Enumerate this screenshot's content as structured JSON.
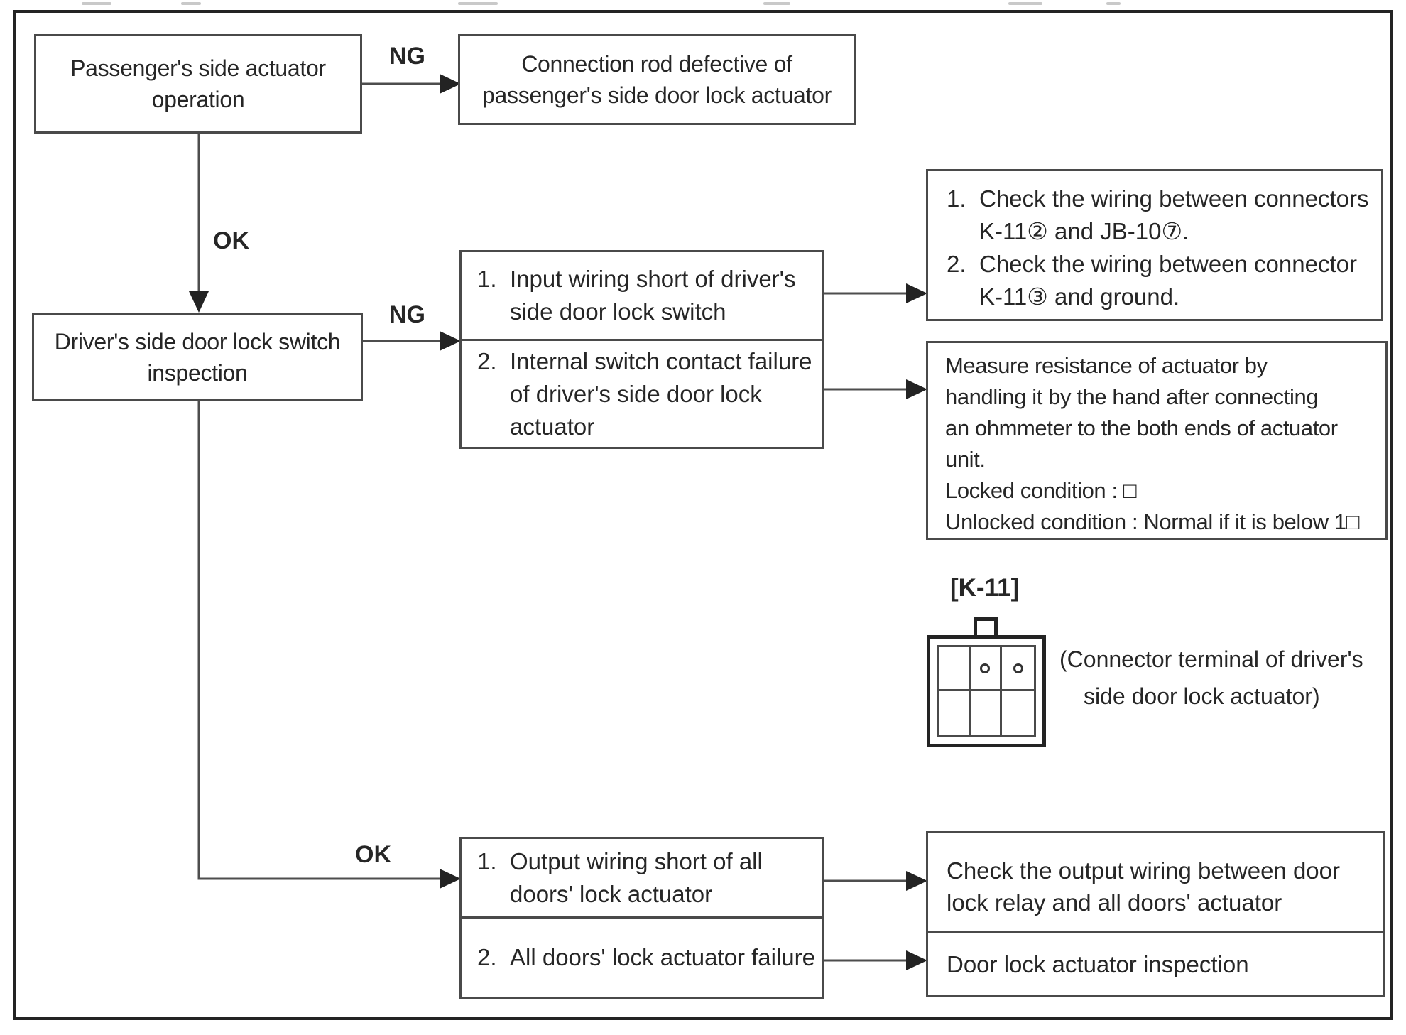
{
  "labels": {
    "ng": "NG",
    "ok": "OK"
  },
  "boxes": {
    "passenger_actuator_operation": {
      "lines": [
        "Passenger's side actuator",
        "operation"
      ]
    },
    "connection_rod_defective": {
      "lines": [
        "Connection rod defective of",
        "passenger's side door lock actuator"
      ]
    },
    "driver_switch_inspection": {
      "lines": [
        "Driver's side door lock switch",
        "inspection"
      ]
    },
    "ng_cause_list": {
      "items": [
        {
          "num": "1.",
          "lines": [
            "Input wiring short of driver's",
            "side door lock switch"
          ]
        },
        {
          "num": "2.",
          "lines": [
            "Internal switch contact failure",
            "of driver's side door lock",
            "actuator"
          ]
        }
      ]
    },
    "wiring_check_list": {
      "items": [
        {
          "num": "1.",
          "lines": [
            "Check the wiring between connectors",
            "K-11② and JB-10⑦."
          ]
        },
        {
          "num": "2.",
          "lines": [
            "Check the wiring between connector",
            "K-11③ and ground."
          ]
        }
      ]
    },
    "measure_resistance": {
      "lines": [
        "Measure resistance of actuator by",
        "handling it by the hand after connecting",
        "an ohmmeter to the both ends of actuator",
        "unit.",
        "Locked condition : □",
        "Unlocked condition : Normal if it is below 1□"
      ]
    },
    "ok_cause_list": {
      "items": [
        {
          "num": "1.",
          "lines": [
            "Output wiring short of all",
            "doors' lock actuator"
          ]
        },
        {
          "num": "2.",
          "lines": [
            "All doors' lock actuator failure"
          ]
        }
      ]
    },
    "output_wiring_check": {
      "lines": [
        "Check the output wiring between door",
        "lock relay and all doors' actuator"
      ]
    },
    "door_lock_actuator_inspection": {
      "lines": [
        "Door lock actuator inspection"
      ]
    }
  },
  "connector": {
    "name": "[K-11]",
    "caption_lines": [
      "(Connector terminal of driver's",
      "side door lock actuator)"
    ]
  }
}
